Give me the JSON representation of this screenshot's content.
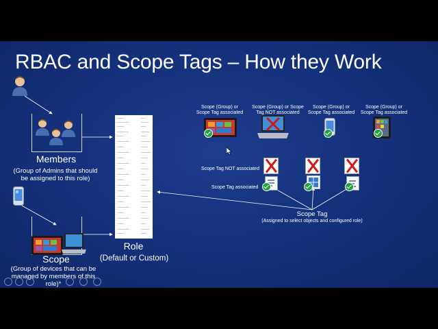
{
  "title": "RBAC and Scope Tags – How they Work",
  "members": {
    "label": "Members",
    "desc_line1": "(Group of Admins that should",
    "desc_line2": "be assigned to this role)"
  },
  "scope": {
    "label": "Scope",
    "desc_line1": "(Group of devices that can be",
    "desc_line2": "managed by members of this",
    "desc_line3": "role)*"
  },
  "role": {
    "label": "Role",
    "sub": "(Default or Custom)"
  },
  "devices": [
    {
      "line1": "Scope (Group) or",
      "line2": "Scope Tag associated"
    },
    {
      "line1": "Scope (Group) or Scope",
      "line2": "Tag NOT associated"
    },
    {
      "line1": "Scope (Group) or",
      "line2": "Scope Tag associated"
    },
    {
      "line1": "Scope (Group) or",
      "line2": "Scope Tag associated"
    }
  ],
  "tags": {
    "not_associated": "Scope Tag NOT associated",
    "associated": "Scope Tag associated",
    "label": "Scope Tag",
    "desc": "(Assigned to select objects and configured role)"
  },
  "colors": {
    "background": "#14307a",
    "check": "#25a244",
    "cross": "#d01818"
  },
  "icons": [
    "admin-person-icon",
    "admin-group-icon",
    "phone-icon",
    "tablet-icon",
    "laptop-icon",
    "role-document-icon",
    "check-icon",
    "red-x-icon",
    "policy-document-icon",
    "windows-app-icon",
    "cursor-icon",
    "slide-nav-icon"
  ]
}
